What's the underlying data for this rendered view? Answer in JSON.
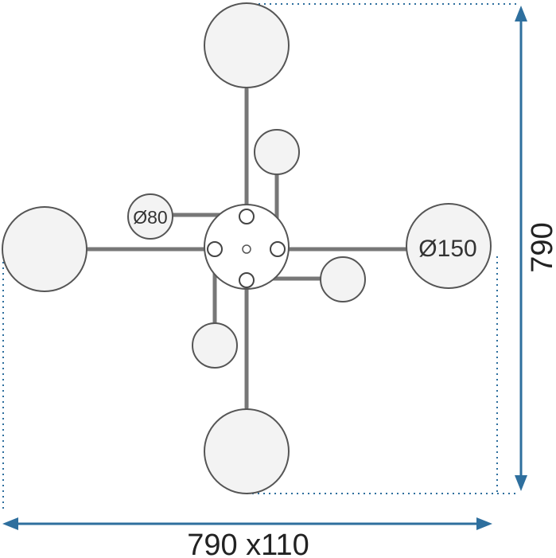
{
  "labels": {
    "small_diameter": "Ø80",
    "large_diameter": "Ø150",
    "height": "790",
    "width_depth": "790 x110"
  },
  "colors": {
    "dimension": "#2e6f9e",
    "outline": "#555555",
    "globe_fill": "#f3f3f3",
    "rod": "#777777"
  }
}
